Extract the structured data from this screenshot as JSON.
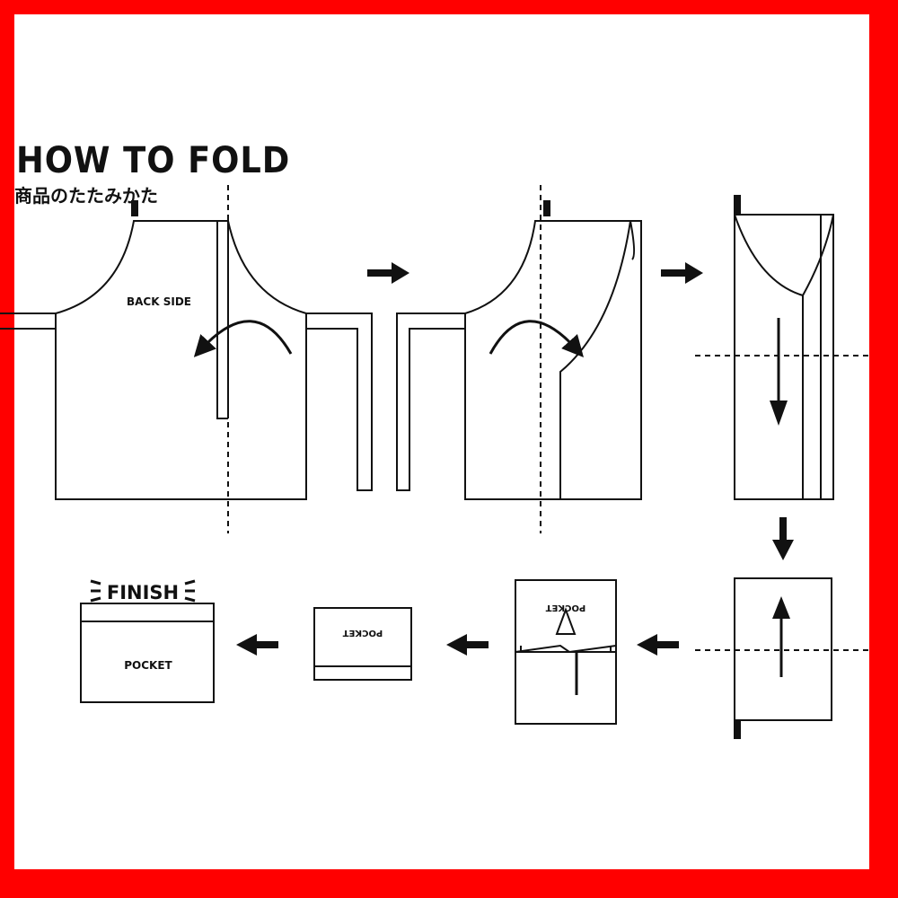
{
  "title": "HOW TO FOLD",
  "subtitle": "商品のたたみかた",
  "labels": {
    "back_side": "BACK SIDE",
    "finish": "FINISH",
    "pocket": "POCKET"
  },
  "colors": {
    "border": "#ff0000",
    "ink": "#111111"
  }
}
